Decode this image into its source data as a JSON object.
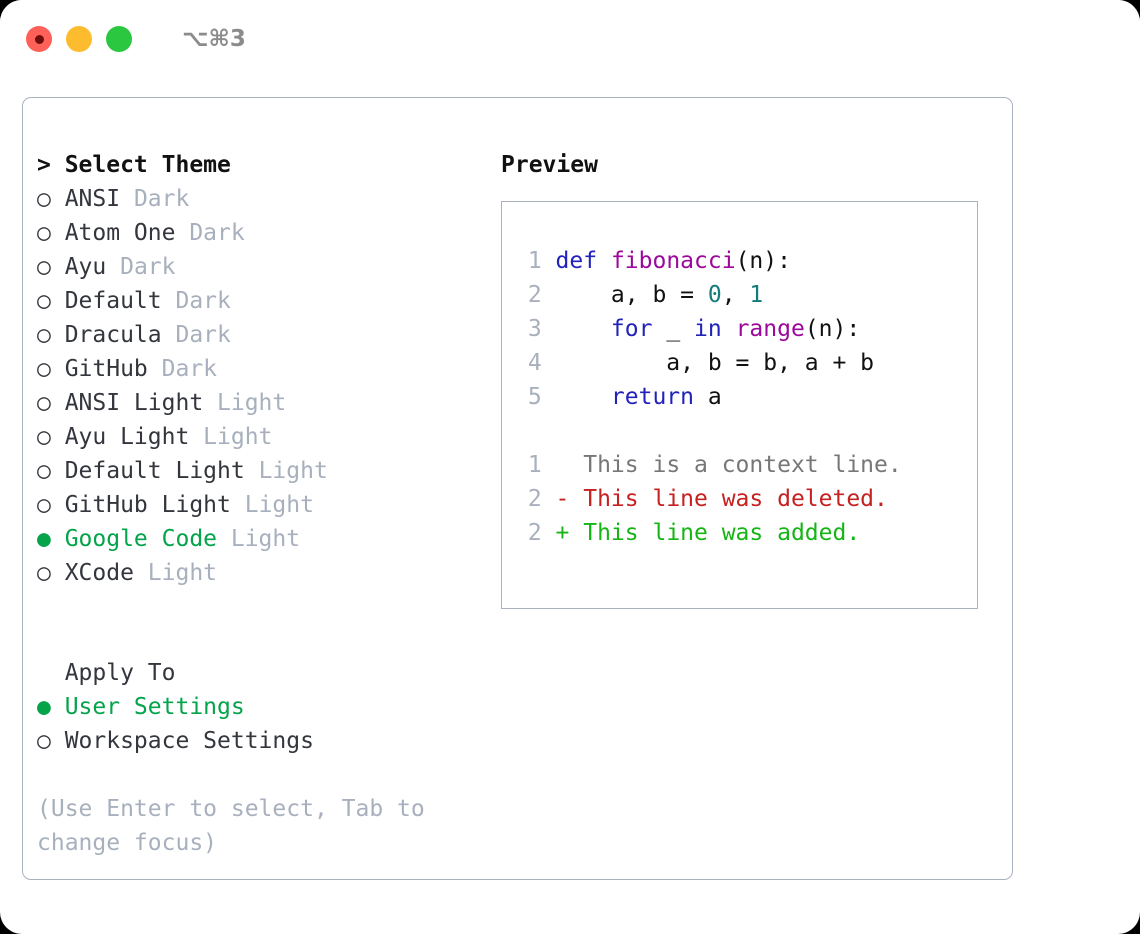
{
  "window": {
    "traffic_lights": [
      "close",
      "minimize",
      "maximize"
    ],
    "shortcut_label": "⌥⌘3",
    "accent_green": "#05a34a",
    "border_color": "#aab2c0",
    "muted_color": "#a8b0bd"
  },
  "theme_picker": {
    "header": "> Select Theme",
    "bullet_selected": "●",
    "bullet_unselected": "○",
    "items": [
      {
        "name": "ANSI",
        "variant": "Dark",
        "selected": false
      },
      {
        "name": "Atom One",
        "variant": "Dark",
        "selected": false
      },
      {
        "name": "Ayu",
        "variant": "Dark",
        "selected": false
      },
      {
        "name": "Default",
        "variant": "Dark",
        "selected": false
      },
      {
        "name": "Dracula",
        "variant": "Dark",
        "selected": false
      },
      {
        "name": "GitHub",
        "variant": "Dark",
        "selected": false
      },
      {
        "name": "ANSI Light",
        "variant": "Light",
        "selected": false
      },
      {
        "name": "Ayu Light",
        "variant": "Light",
        "selected": false
      },
      {
        "name": "Default Light",
        "variant": "Light",
        "selected": false
      },
      {
        "name": "GitHub Light",
        "variant": "Light",
        "selected": false
      },
      {
        "name": "Google Code",
        "variant": "Light",
        "selected": true
      },
      {
        "name": "XCode",
        "variant": "Light",
        "selected": false
      }
    ]
  },
  "apply_to": {
    "label": "  Apply To",
    "options": [
      {
        "name": "User Settings",
        "selected": true
      },
      {
        "name": "Workspace Settings",
        "selected": false
      }
    ]
  },
  "hint": "(Use Enter to select, Tab to\nchange focus)",
  "preview": {
    "title": "Preview",
    "code_lines": [
      {
        "num": "1",
        "tokens": [
          {
            "t": "def",
            "c": "kw"
          },
          {
            "t": " ",
            "c": "pun"
          },
          {
            "t": "fibonacci",
            "c": "fn"
          },
          {
            "t": "(n):",
            "c": "pun"
          }
        ]
      },
      {
        "num": "2",
        "tokens": [
          {
            "t": "    a, b = ",
            "c": "pun"
          },
          {
            "t": "0",
            "c": "num"
          },
          {
            "t": ", ",
            "c": "pun"
          },
          {
            "t": "1",
            "c": "num"
          }
        ]
      },
      {
        "num": "3",
        "tokens": [
          {
            "t": "    ",
            "c": "pun"
          },
          {
            "t": "for",
            "c": "kw"
          },
          {
            "t": " _ ",
            "c": "pun"
          },
          {
            "t": "in",
            "c": "kw"
          },
          {
            "t": " ",
            "c": "pun"
          },
          {
            "t": "range",
            "c": "fn"
          },
          {
            "t": "(n):",
            "c": "pun"
          }
        ]
      },
      {
        "num": "4",
        "tokens": [
          {
            "t": "        a, b = b, a + b",
            "c": "pun"
          }
        ]
      },
      {
        "num": "5",
        "tokens": [
          {
            "t": "    ",
            "c": "pun"
          },
          {
            "t": "return",
            "c": "kw"
          },
          {
            "t": " a",
            "c": "pun"
          }
        ]
      }
    ],
    "diff_lines": [
      {
        "num": "1",
        "marker": " ",
        "text": " This is a context line.",
        "kind": "ctx"
      },
      {
        "num": "2",
        "marker": "-",
        "text": " This line was deleted.",
        "kind": "del"
      },
      {
        "num": "2",
        "marker": "+",
        "text": " This line was added.",
        "kind": "add"
      }
    ]
  }
}
